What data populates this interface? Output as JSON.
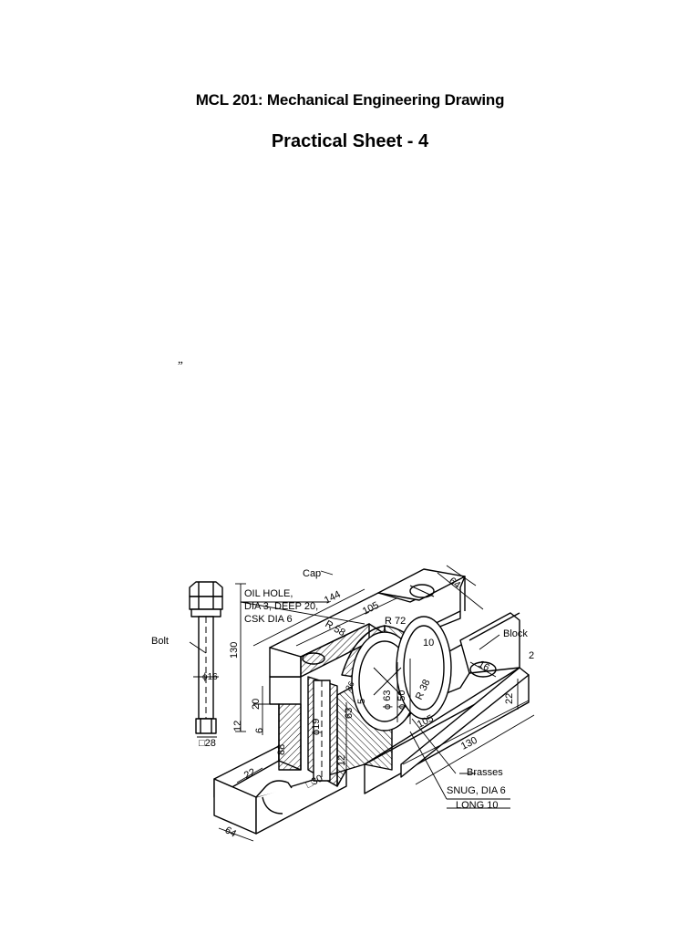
{
  "document": {
    "course_title": "MCL 201: Mechanical Engineering Drawing",
    "sheet_title": "Practical Sheet - 4",
    "stray_mark": "”"
  },
  "drawing": {
    "labels": {
      "cap": "Cap",
      "bolt": "Bolt",
      "block": "Block",
      "brasses": "Brasses",
      "oil_hole_1": "OIL HOLE,",
      "oil_hole_2": "DIA 3, DEEP 20,",
      "oil_hole_3": "CSK DIA 6",
      "snug_1": "SNUG, DIA 6",
      "snug_2": "LONG 10"
    },
    "dimensions": {
      "d144": "144",
      "d105_top": "105",
      "d64_top": "64",
      "r58": "R 58",
      "r72": "R 72",
      "d10": "10",
      "d130_bolt": "130",
      "phi16": "ϕ16",
      "d20": "20",
      "d12_bolt": "12",
      "d6": "6",
      "sq28": "□28",
      "phi19": "ϕ19",
      "d88": "88",
      "d63": "63",
      "d12_mid": "12",
      "sq30": "□30",
      "d22_base": "22",
      "d64_base": "64",
      "d5": "5",
      "phi63": "ϕ 63",
      "phi50": "ϕ 50",
      "r38": "R 38",
      "d16": "16",
      "d2": "2",
      "d22_right": "22",
      "d105_bottom": "105",
      "d130_bottom": "130",
      "d36": "36"
    }
  }
}
